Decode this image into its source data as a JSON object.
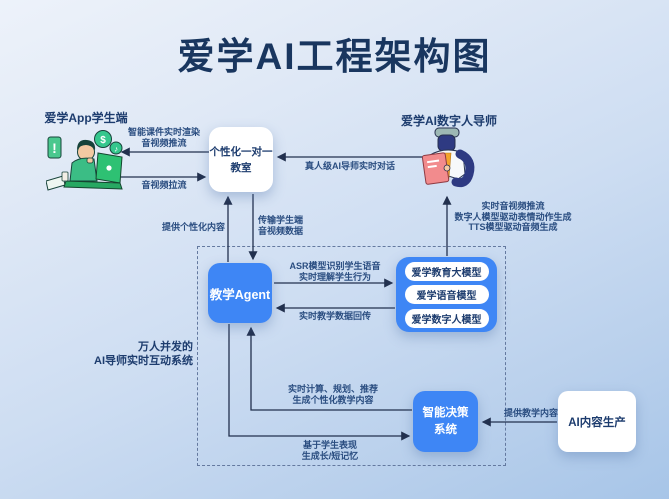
{
  "title": "爱学AI工程架构图",
  "colors": {
    "background_top": "#edf2fa",
    "background_bottom": "#a7c5e8",
    "accent_blue": "#3e86f5",
    "navy_text": "#1d3c6e",
    "title_navy": "#19365f",
    "line_color": "#22304e",
    "boundary_dash": "#64799f",
    "illustration_green": "#2fbf71",
    "illustration_navy": "#2e3a82",
    "book_pink": "#f08a8d",
    "tie_orange": "#f4a42c"
  },
  "icons": {
    "student": "student-at-laptop-illustration",
    "tutor": "digital-tutor-with-book-illustration"
  },
  "nodes": {
    "student": {
      "label": "爱学App学生端"
    },
    "classroom": {
      "line1": "个性化一对一",
      "line2": "教室"
    },
    "tutor": {
      "label": "爱学AI数字人导师"
    },
    "agent": {
      "label": "教学Agent"
    },
    "models": {
      "items": [
        "爱学教育大模型",
        "爱学语音模型",
        "爱学数字人模型"
      ]
    },
    "decision": {
      "line1": "智能决策",
      "line2": "系统"
    },
    "ai_content": {
      "label": "AI内容生产"
    },
    "system_caption": {
      "line1": "万人并发的",
      "line2": "AI导师实时互动系统"
    }
  },
  "edges": {
    "render_stream": {
      "line1": "智能课件实时渲染",
      "line2": "音视频推流"
    },
    "pull_stream": {
      "label": "音视频拉流"
    },
    "tutor_dialog": {
      "label": "真人级AI导师实时对话"
    },
    "personalized": {
      "label": "提供个性化内容"
    },
    "student_av": {
      "line1": "传输学生端",
      "line2": "音视频数据"
    },
    "tutor_stream": {
      "line1": "实时音视频推流",
      "line2": "数字人模型驱动表情动作生成",
      "line3": "TTS模型驱动音频生成"
    },
    "asr": {
      "line1": "ASR模型识别学生语音",
      "line2": "实时理解学生行为"
    },
    "data_return": {
      "label": "实时教学数据回传"
    },
    "realtime_compute": {
      "line1": "实时计算、规划、推荐",
      "line2": "生成个性化教学内容"
    },
    "memory": {
      "line1": "基于学生表现",
      "line2": "生成长/短记忆"
    },
    "provide_content": {
      "label": "提供教学内容"
    }
  }
}
